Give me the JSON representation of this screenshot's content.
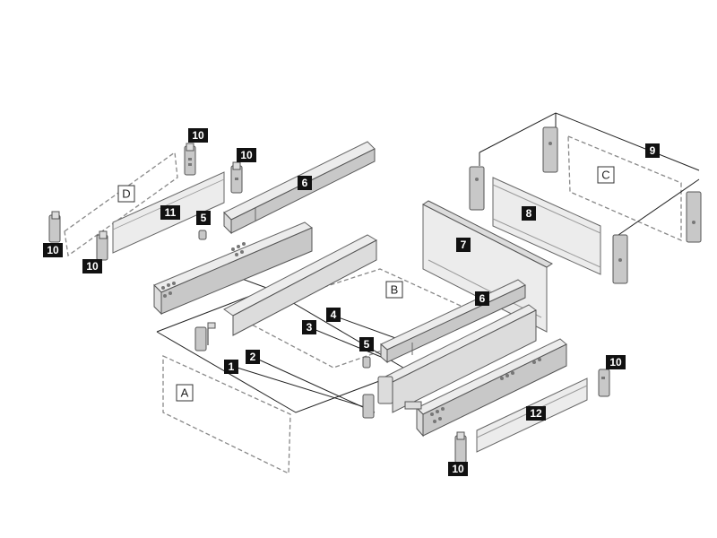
{
  "labels": {
    "part_1": "1",
    "part_2": "2",
    "part_3": "3",
    "part_4": "4",
    "part_5": "5",
    "part_6": "6",
    "part_7": "7",
    "part_8": "8",
    "part_9": "9",
    "part_10": "10",
    "part_11": "11",
    "part_12": "12",
    "zone_A": "A",
    "zone_B": "B",
    "zone_C": "C",
    "zone_D": "D"
  },
  "colors": {
    "part_fill": "#dcdcdc",
    "outline": "#555555",
    "dashed": "#888888",
    "callout_box": "#111111",
    "callout_text": "#ffffff"
  }
}
